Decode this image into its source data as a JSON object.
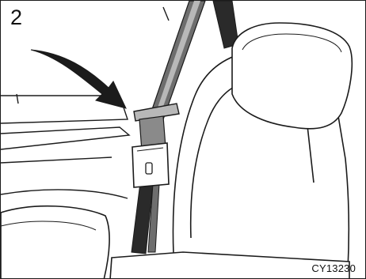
{
  "illustration": {
    "step_number": "2",
    "figure_code": "CY13230",
    "subject": "rear-seat-belt-buckle-stowage",
    "colors": {
      "line": "#1b1b1b",
      "belt_dark": "#2a2a2a",
      "belt_mid": "#6e6e6e",
      "belt_light": "#b8b8b8",
      "seat_fill": "#ffffff",
      "arrow": "#1b1b1b",
      "background": "#ffffff"
    }
  }
}
